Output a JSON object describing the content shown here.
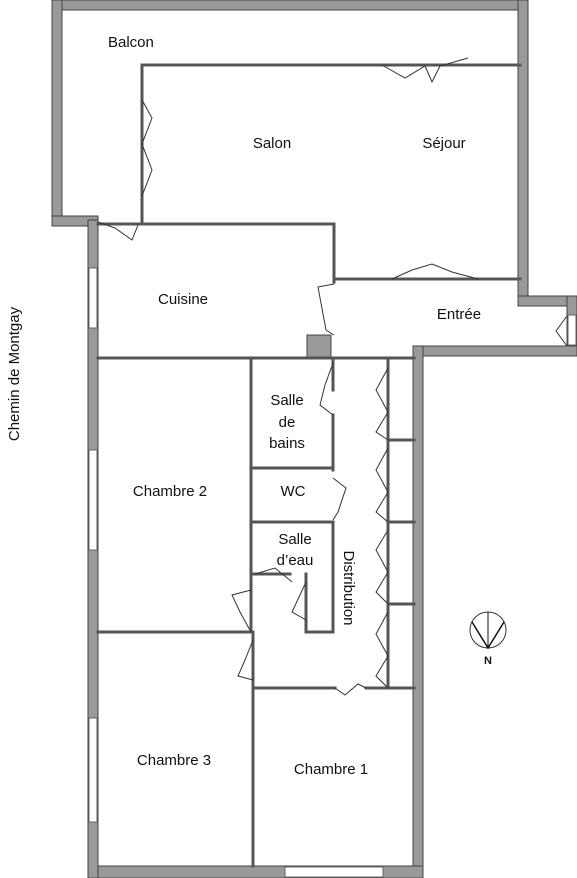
{
  "rooms": {
    "balcon": "Balcon",
    "salon": "Salon",
    "sejour": "Séjour",
    "cuisine": "Cuisine",
    "entree": "Entrée",
    "salle_de_bains_1": "Salle",
    "salle_de_bains_2": "de",
    "salle_de_bains_3": "bains",
    "wc": "WC",
    "salle_eau_1": "Salle",
    "salle_eau_2": "d’eau",
    "distribution": "Distribution",
    "chambre_1": "Chambre 1",
    "chambre_2": "Chambre 2",
    "chambre_3": "Chambre 3"
  },
  "street": "Chemin de Montgay",
  "north": "N",
  "colors": {
    "wall": "#999999",
    "line": "#444444"
  }
}
